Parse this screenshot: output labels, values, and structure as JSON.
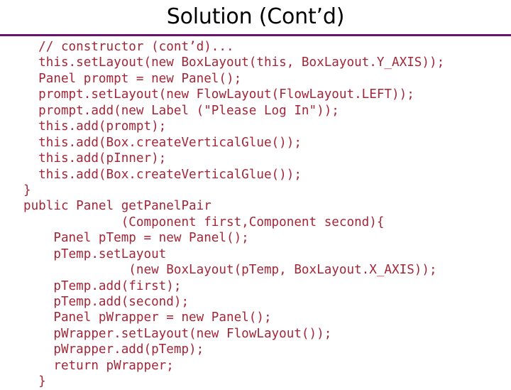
{
  "slide": {
    "title": "Solution (Cont’d)",
    "accent_color": "#6b1270",
    "code_color": "#a32638",
    "background_color": "#ffffff"
  },
  "code": {
    "language": "java",
    "lines": [
      "  // constructor (cont’d)...",
      "  this.setLayout(new BoxLayout(this, BoxLayout.Y_AXIS));",
      "  Panel prompt = new Panel();",
      "  prompt.setLayout(new FlowLayout(FlowLayout.LEFT));",
      "  prompt.add(new Label (\"Please Log In\"));",
      "  this.add(prompt);",
      "  this.add(Box.createVerticalGlue());",
      "  this.add(pInner);",
      "  this.add(Box.createVerticalGlue());",
      "}",
      "public Panel getPanelPair",
      "             (Component first,Component second){",
      "    Panel pTemp = new Panel();",
      "    pTemp.setLayout",
      "              (new BoxLayout(pTemp, BoxLayout.X_AXIS));",
      "    pTemp.add(first);",
      "    pTemp.add(second);",
      "    Panel pWrapper = new Panel();",
      "    pWrapper.setLayout(new FlowLayout());",
      "    pWrapper.add(pTemp);",
      "    return pWrapper;",
      "  }"
    ]
  }
}
